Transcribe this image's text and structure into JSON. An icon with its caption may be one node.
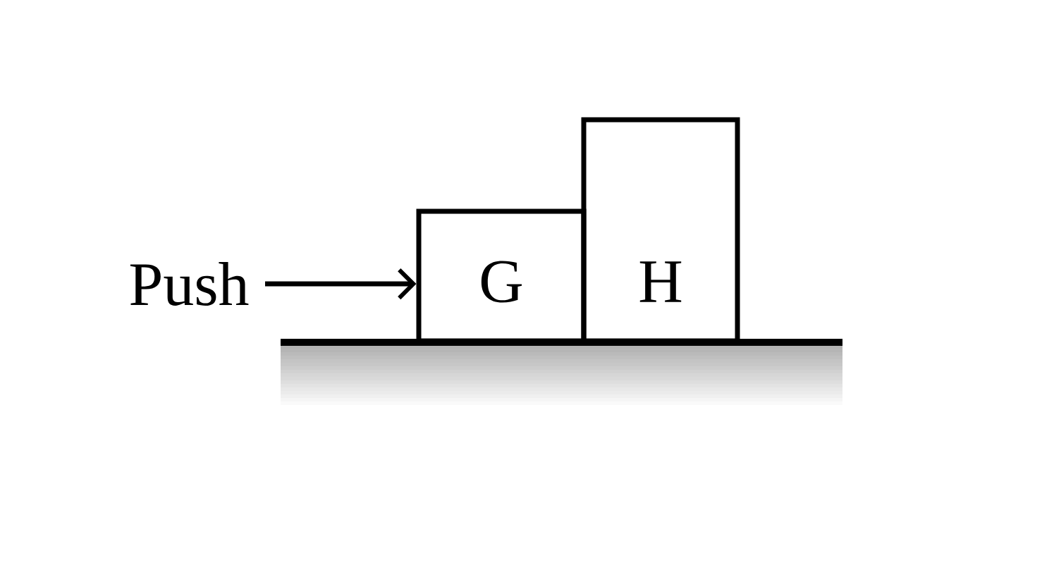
{
  "diagram": {
    "nodes": [
      {
        "text": [
          "Push"
        ]
      },
      {
        "text": [
          "G"
        ]
      },
      {
        "text": [
          "H"
        ]
      }
    ],
    "edges": [
      {
        "from": 0,
        "to": 1,
        "arrow": "to"
      }
    ]
  }
}
